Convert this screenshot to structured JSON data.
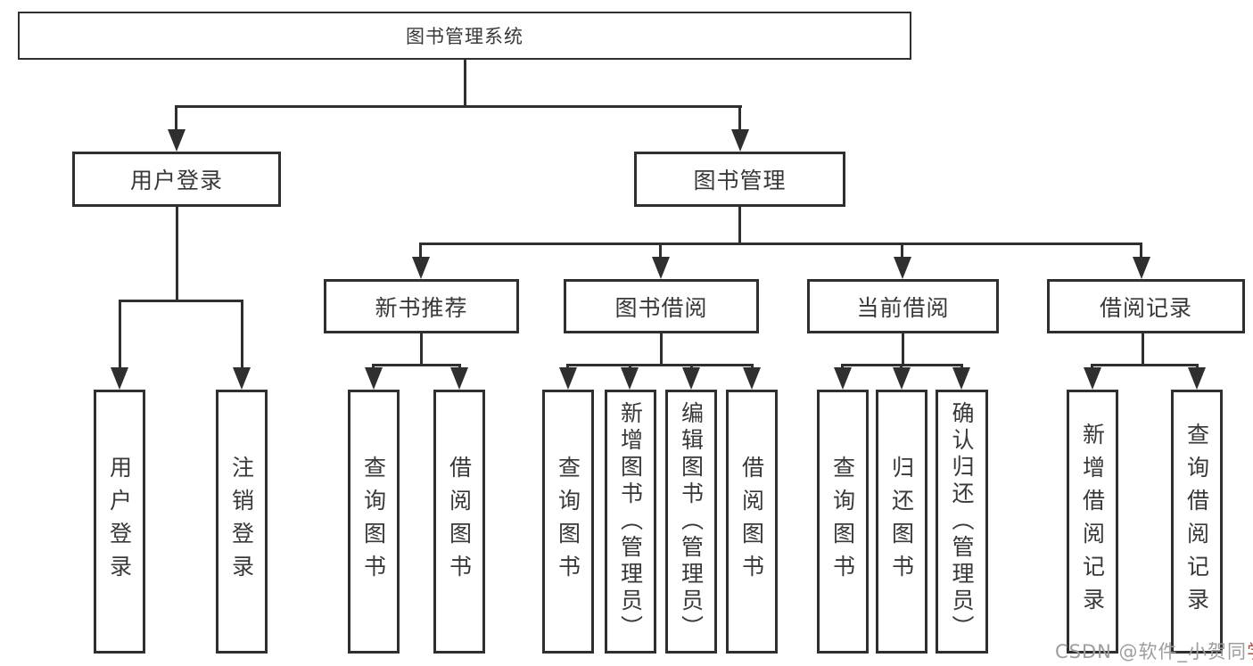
{
  "colors": {
    "line": "#2f2f2f",
    "box_border": "#2f2f2f",
    "text": "#383838",
    "background": "#ffffff",
    "watermark_gray": "#9d9d9d",
    "watermark_red": "#a8524a"
  },
  "tree": {
    "label": "图书管理系统",
    "children": [
      {
        "label": "用户登录",
        "children": [
          {
            "label": "用户登录"
          },
          {
            "label": "注销登录"
          }
        ]
      },
      {
        "label": "图书管理",
        "children": [
          {
            "label": "新书推荐",
            "children": [
              {
                "label": "查询图书"
              },
              {
                "label": "借阅图书"
              }
            ]
          },
          {
            "label": "图书借阅",
            "children": [
              {
                "label": "查询图书"
              },
              {
                "label": "新增图书（管理员）"
              },
              {
                "label": "编辑图书（管理员）"
              },
              {
                "label": "借阅图书"
              }
            ]
          },
          {
            "label": "当前借阅",
            "children": [
              {
                "label": "查询图书"
              },
              {
                "label": "归还图书"
              },
              {
                "label": "确认归还（管理员）"
              }
            ]
          },
          {
            "label": "借阅记录",
            "children": [
              {
                "label": "新增借阅记录"
              },
              {
                "label": "查询借阅记录"
              }
            ]
          }
        ]
      }
    ]
  },
  "watermark": {
    "main": "CSDN @软件_小贺同",
    "accent": "学"
  }
}
